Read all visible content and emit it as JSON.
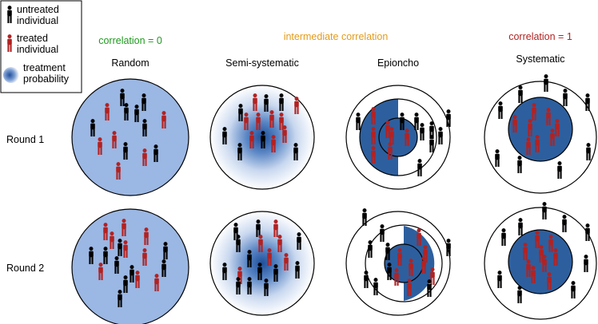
{
  "legend": {
    "untreated": "untreated individual",
    "untreated_lines": [
      "untreated",
      "individual"
    ],
    "treated_lines": [
      "treated",
      "individual"
    ],
    "probability_lines": [
      "treatment",
      "probability"
    ]
  },
  "headers": {
    "correlation_zero": "correlation = 0",
    "correlation_mid": "intermediate correlation",
    "correlation_one": "correlation = 1"
  },
  "columns": [
    "Random",
    "Semi-systematic",
    "Epioncho",
    "Systematic"
  ],
  "rows": [
    "Round 1",
    "Round 2"
  ],
  "colors": {
    "untreated": "#000000",
    "treated": "#b22222",
    "random_fill": "#9bb7e3",
    "solid_blue": "#2d5f9e",
    "gradient_center": "#1f4f9a",
    "correlation_zero": "#1f9a1f",
    "correlation_mid": "#e39b1b",
    "correlation_one": "#b22222"
  }
}
